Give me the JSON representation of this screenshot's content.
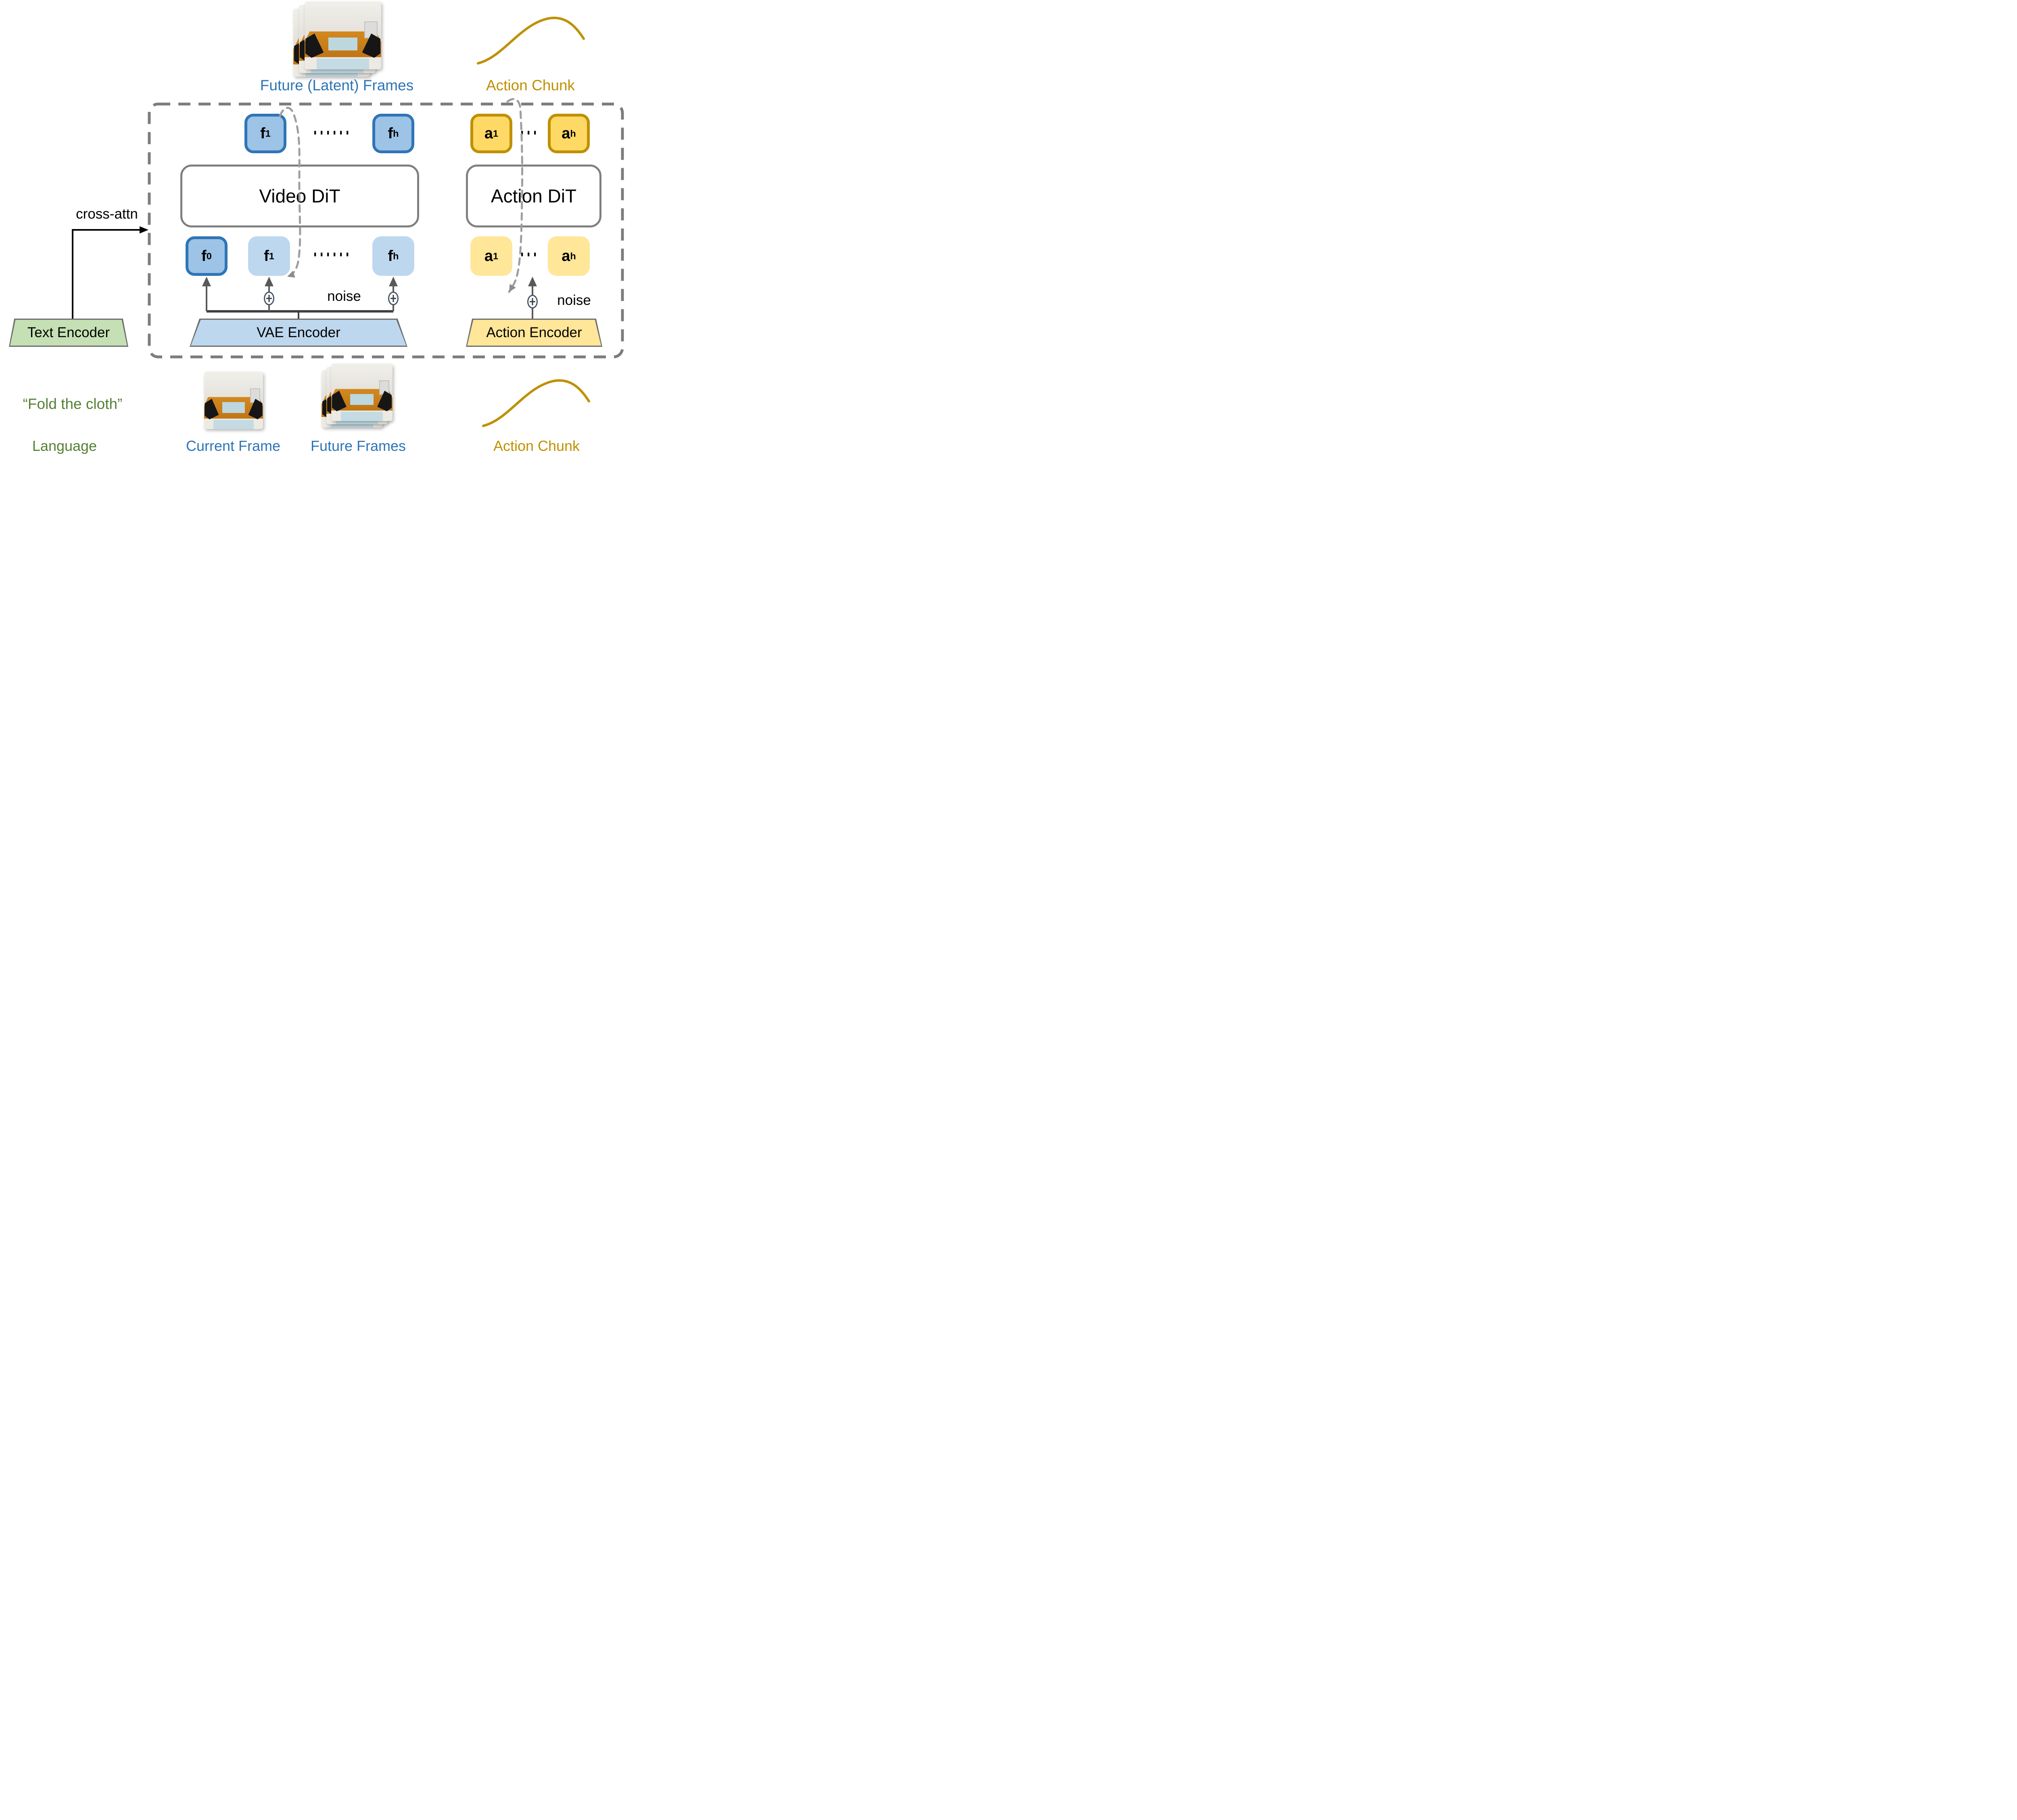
{
  "colors": {
    "frame_blue": "#2E75B6",
    "frame_fill": "#9DC3E6",
    "frame_fill_light": "#BDD7EE",
    "action_gold": "#BF9000",
    "action_fill": "#FFD966",
    "action_fill_light": "#FFE699",
    "text_fill": "#C5E0B4",
    "label_blue": "#2E74B5",
    "label_gold": "#BF9000",
    "label_green": "#538135",
    "outline_gray": "#7F7F7F",
    "arrow_gray": "#595959"
  },
  "top": {
    "future_frames_label": "Future (Latent) Frames",
    "action_chunk_label": "Action Chunk"
  },
  "blocks": {
    "video_dit": "Video DiT",
    "action_dit": "Action DiT"
  },
  "tokens": {
    "f1_top": {
      "base": "f",
      "sub": "1"
    },
    "fh_top": {
      "base": "f",
      "sub": "h"
    },
    "a1_top": {
      "base": "a",
      "sub": "1"
    },
    "ah_top": {
      "base": "a",
      "sub": "h"
    },
    "f0": {
      "base": "f",
      "sub": "0"
    },
    "f1": {
      "base": "f",
      "sub": "1"
    },
    "fh": {
      "base": "f",
      "sub": "h"
    },
    "a1": {
      "base": "a",
      "sub": "1"
    },
    "ah": {
      "base": "a",
      "sub": "h"
    },
    "frame_ellipsis": "······",
    "action_ellipsis": "···"
  },
  "encoders": {
    "vae": "VAE Encoder",
    "action": "Action Encoder",
    "text": "Text Encoder"
  },
  "annotations": {
    "cross_attn": "cross-attn",
    "noise_video": "noise",
    "noise_action": "noise"
  },
  "bottom": {
    "quote": "“Fold the cloth”",
    "language_label": "Language",
    "current_frame_label": "Current Frame",
    "future_frames_label": "Future Frames",
    "action_chunk_label": "Action Chunk"
  }
}
